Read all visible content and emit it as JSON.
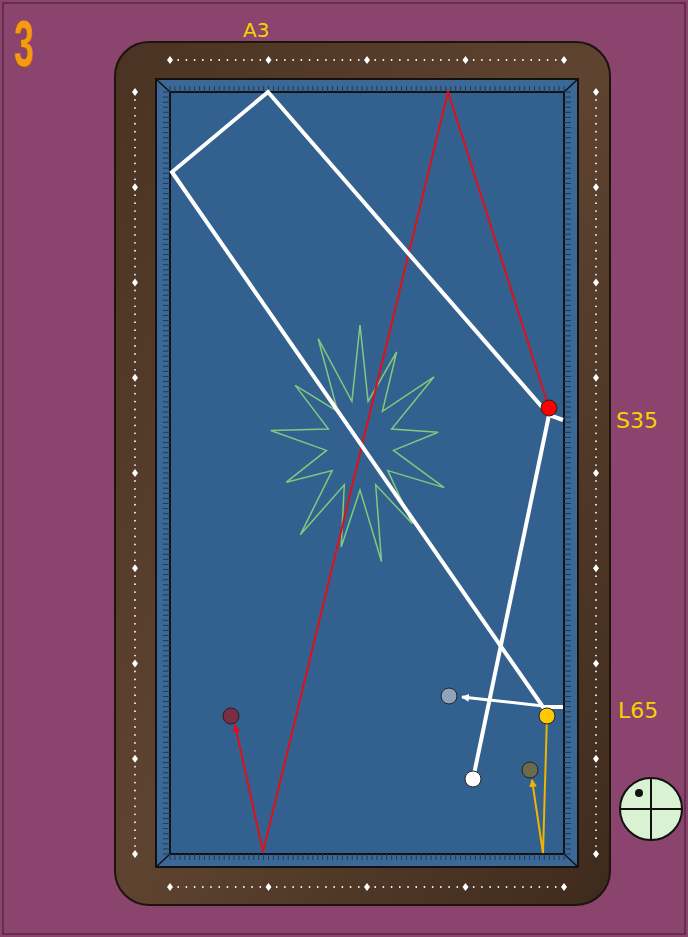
{
  "diagram": {
    "labels": [
      "3",
      "A3",
      "S35",
      "L65"
    ]
  }
}
